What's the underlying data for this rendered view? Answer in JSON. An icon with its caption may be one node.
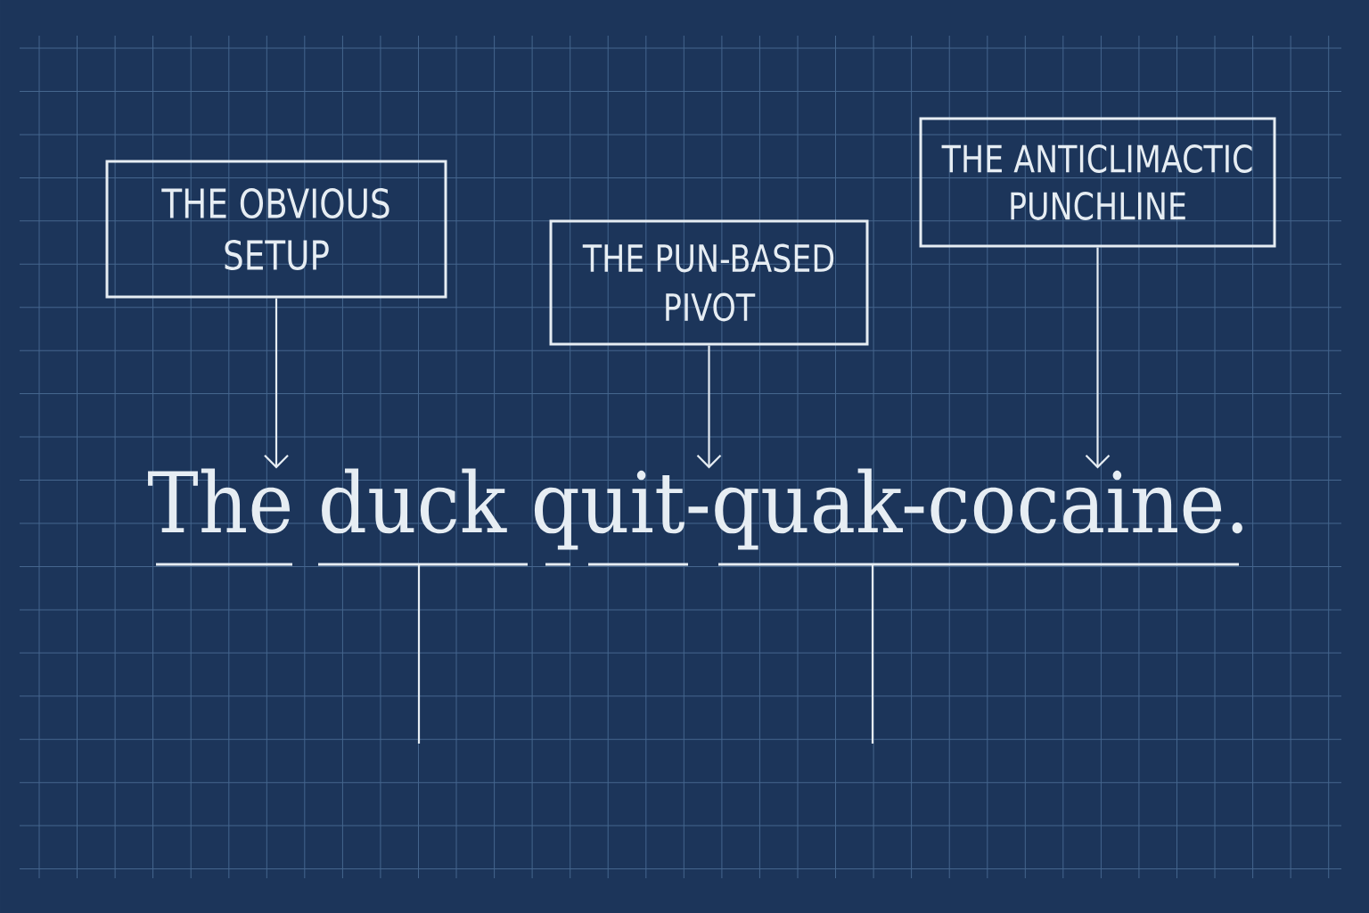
{
  "diagram": {
    "nodes": [
      {
        "text": [
          "THE OBVIOUS SETUP"
        ]
      },
      {
        "text": [
          "THE PUN-BASED PIVOT"
        ]
      },
      {
        "text": [
          "THE ANTICLIMACTIC PUNCHLINE"
        ]
      },
      {
        "text": [
          "The duck quit-quak-cocaine."
        ]
      }
    ],
    "edges": [
      {
        "from": 0,
        "to": 3,
        "arrow": "to"
      },
      {
        "from": 1,
        "to": 3,
        "arrow": "to"
      },
      {
        "from": 2,
        "to": 3,
        "arrow": "to"
      }
    ]
  }
}
